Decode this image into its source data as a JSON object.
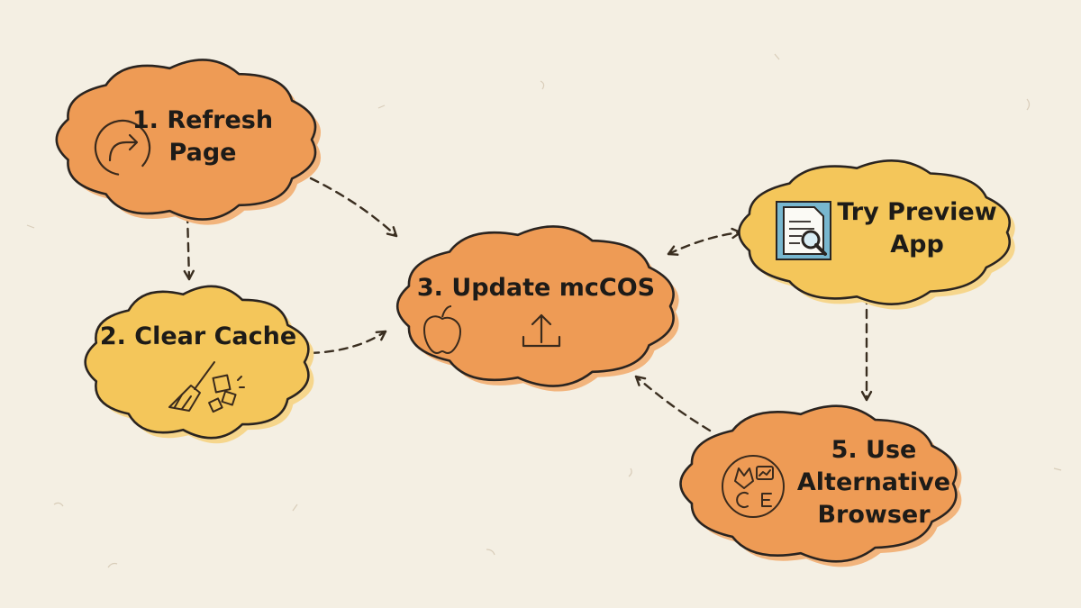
{
  "colors": {
    "background": "#f4efe3",
    "cloud_orange": "#ee9b55",
    "cloud_yellow": "#f4c65a",
    "outline": "#2a2420",
    "arrow": "#3a2e20"
  },
  "nodes": [
    {
      "id": "refresh",
      "lines": [
        "1. Refresh",
        "Page"
      ],
      "color": "orange",
      "icon": "refresh-icon"
    },
    {
      "id": "cache",
      "lines": [
        "2. Clear Cache"
      ],
      "color": "yellow",
      "icon": "broom-icon"
    },
    {
      "id": "update",
      "lines": [
        "3. Update mcCOS"
      ],
      "color": "orange",
      "icon": "apple-icon"
    },
    {
      "id": "preview",
      "lines": [
        "Try Preview",
        "App"
      ],
      "color": "yellow",
      "icon": "document-search-icon"
    },
    {
      "id": "browser",
      "lines": [
        "5. Use",
        "Alternative",
        "Browser"
      ],
      "color": "orange",
      "icon": "browsers-icon"
    }
  ],
  "edges": [
    {
      "from": "refresh",
      "to": "cache",
      "style": "dashed",
      "direction": "forward"
    },
    {
      "from": "refresh",
      "to": "update",
      "style": "dashed",
      "direction": "forward"
    },
    {
      "from": "cache",
      "to": "update",
      "style": "dashed",
      "direction": "forward"
    },
    {
      "from": "update",
      "to": "preview",
      "style": "dashed",
      "direction": "both"
    },
    {
      "from": "preview",
      "to": "browser",
      "style": "dashed",
      "direction": "forward"
    },
    {
      "from": "browser",
      "to": "update",
      "style": "dashed",
      "direction": "forward"
    }
  ]
}
